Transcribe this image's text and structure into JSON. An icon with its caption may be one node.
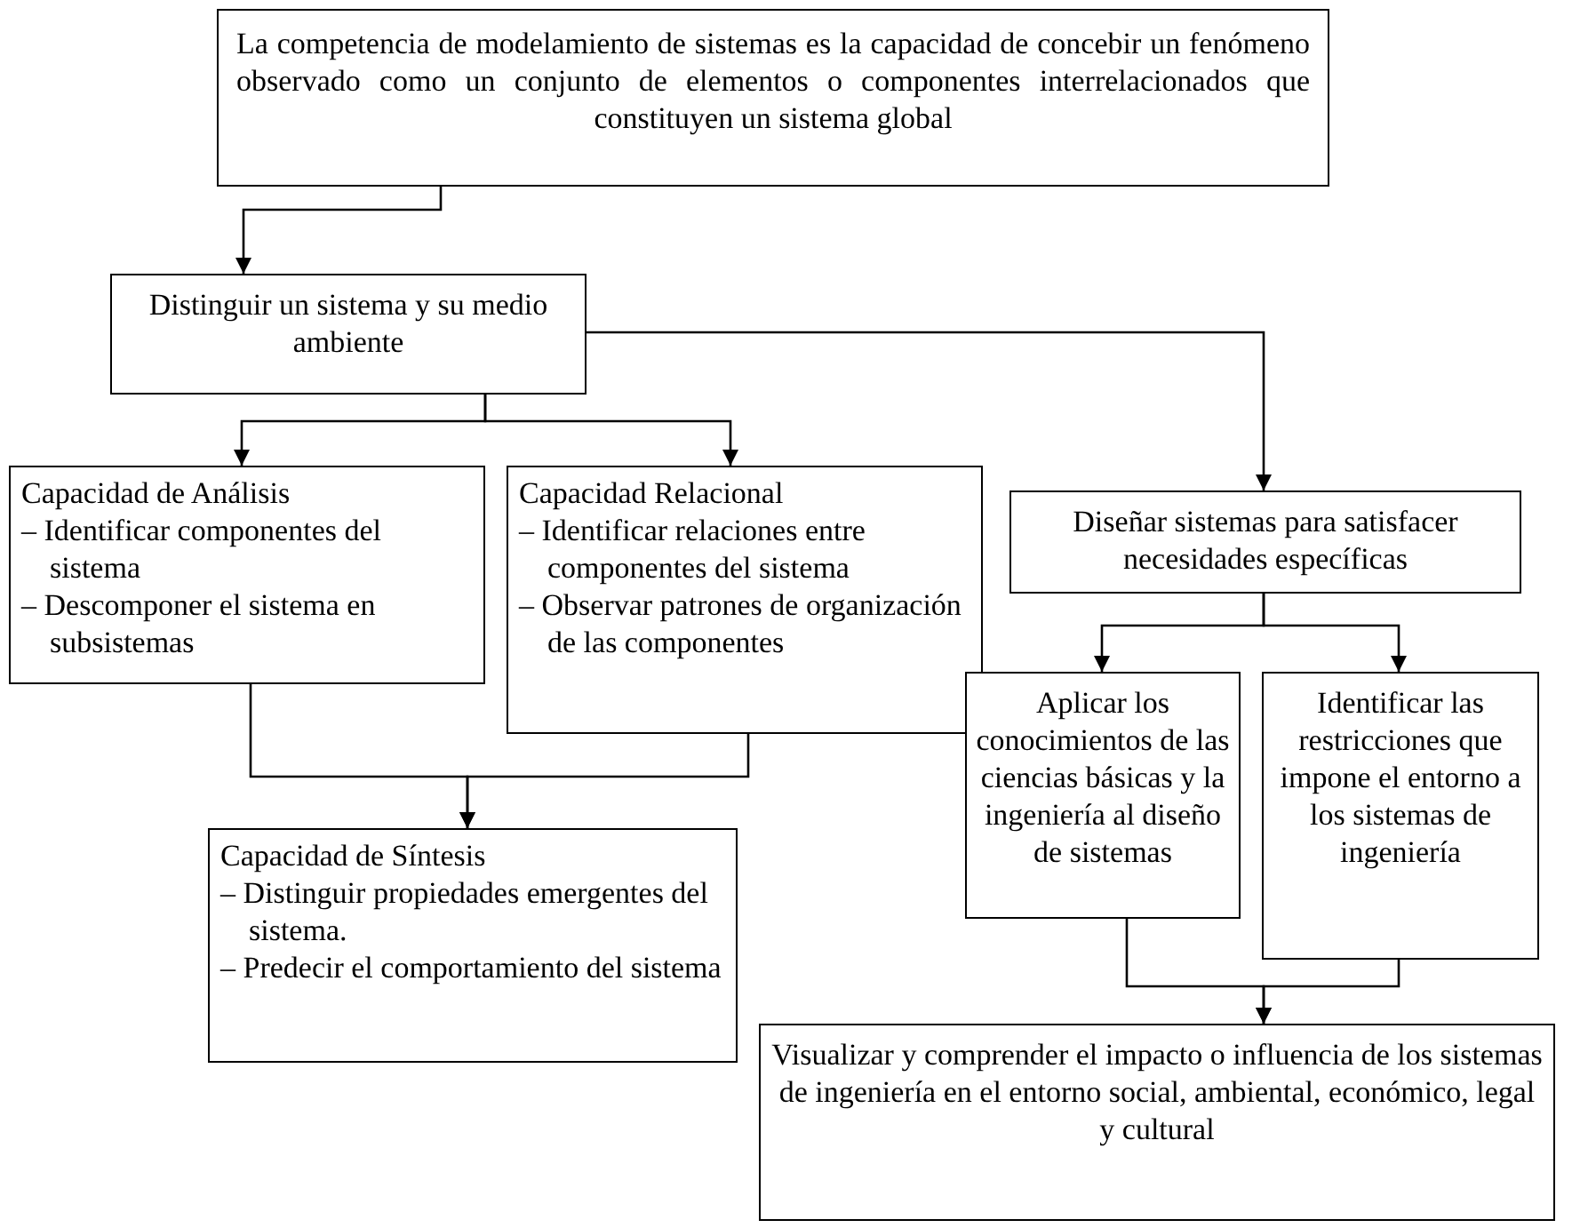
{
  "diagram": {
    "nodes": [
      {
        "text": [
          "La competencia de modelamiento de sistemas es la capacidad de concebir un fenómeno observado como un conjunto de elementos o componentes interrelacionados que constituyen un sistema global"
        ]
      },
      {
        "text": [
          "Distinguir un sistema y su medio ambiente"
        ]
      },
      {
        "text": [
          "Capacidad de Análisis",
          "– Identificar componentes del sistema",
          "– Descomponer el sistema en subsistemas"
        ]
      },
      {
        "text": [
          "Capacidad Relacional",
          "– Identificar relaciones entre componentes del sistema",
          "– Observar patrones de organización de las componentes"
        ]
      },
      {
        "text": [
          "Diseñar sistemas para satisfacer necesidades específicas"
        ]
      },
      {
        "text": [
          "Capacidad de Síntesis",
          "– Distinguir propiedades emergentes del sistema.",
          "– Predecir el comportamiento del sistema"
        ]
      },
      {
        "text": [
          "Aplicar los conocimientos de las ciencias básicas y la ingeniería al diseño de sistemas"
        ]
      },
      {
        "text": [
          "Identificar las restricciones que impone el entorno a los sistemas de ingeniería"
        ]
      },
      {
        "text": [
          "Visualizar y comprender el impacto o influencia de los sistemas de ingeniería en el entorno social, ambiental, económico, legal y cultural"
        ]
      }
    ],
    "edges": [
      {
        "from": 0,
        "to": 1,
        "arrow": "to"
      },
      {
        "from": 1,
        "to": 2,
        "arrow": "to"
      },
      {
        "from": 1,
        "to": 3,
        "arrow": "to"
      },
      {
        "from": 1,
        "to": 4,
        "arrow": "to"
      },
      {
        "from": 2,
        "to": 5,
        "arrow": "to"
      },
      {
        "from": 3,
        "to": 5,
        "arrow": "to"
      },
      {
        "from": 4,
        "to": 6,
        "arrow": "to"
      },
      {
        "from": 4,
        "to": 7,
        "arrow": "to"
      },
      {
        "from": 6,
        "to": 8,
        "arrow": "to"
      },
      {
        "from": 7,
        "to": 8,
        "arrow": "to"
      }
    ]
  }
}
